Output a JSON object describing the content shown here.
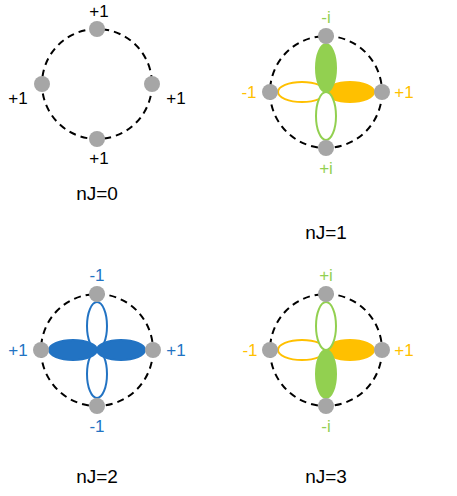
{
  "diagram": {
    "labels": [
      "+1",
      "+1",
      "+1",
      "+1",
      "nJ=0",
      "-i",
      "-1",
      "+1",
      "+i",
      "nJ=1",
      "-1",
      "+1",
      "+1",
      "-1",
      "nJ=2",
      "+i",
      "-1",
      "+1",
      "-i",
      "nJ=3"
    ]
  }
}
